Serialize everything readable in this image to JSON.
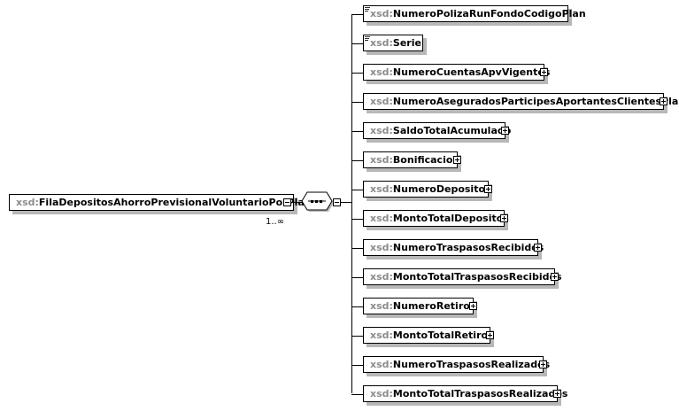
{
  "diagram": {
    "root": {
      "prefix": "xsd:",
      "name": "FilaDepositosAhorroPrevisionalVoluntarioPorPlan",
      "cardinality": "1..∞",
      "expander": "collapse"
    },
    "compositor": {
      "type": "sequence",
      "icon": "sequence-icon"
    },
    "children": [
      {
        "prefix": "xsd:",
        "name": "NumeroPolizaRunFondoCodigoPlan",
        "expandable": false
      },
      {
        "prefix": "xsd:",
        "name": "Serie",
        "expandable": false
      },
      {
        "prefix": "xsd:",
        "name": "NumeroCuentasApvVigentes",
        "expandable": true
      },
      {
        "prefix": "xsd:",
        "name": "NumeroAseguradosParticipesAportantesClientesPlan",
        "expandable": true
      },
      {
        "prefix": "xsd:",
        "name": "SaldoTotalAcumulado",
        "expandable": true
      },
      {
        "prefix": "xsd:",
        "name": "Bonificacion",
        "expandable": true
      },
      {
        "prefix": "xsd:",
        "name": "NumeroDepositos",
        "expandable": true
      },
      {
        "prefix": "xsd:",
        "name": "MontoTotalDepositos",
        "expandable": true
      },
      {
        "prefix": "xsd:",
        "name": "NumeroTraspasosRecibidos",
        "expandable": true
      },
      {
        "prefix": "xsd:",
        "name": "MontoTotalTraspasosRecibidos",
        "expandable": true
      },
      {
        "prefix": "xsd:",
        "name": "NumeroRetiros",
        "expandable": true
      },
      {
        "prefix": "xsd:",
        "name": "MontoTotalRetiros",
        "expandable": true
      },
      {
        "prefix": "xsd:",
        "name": "NumeroTraspasosRealizados",
        "expandable": true
      },
      {
        "prefix": "xsd:",
        "name": "MontoTotalTraspasosRealizados",
        "expandable": true
      }
    ]
  }
}
